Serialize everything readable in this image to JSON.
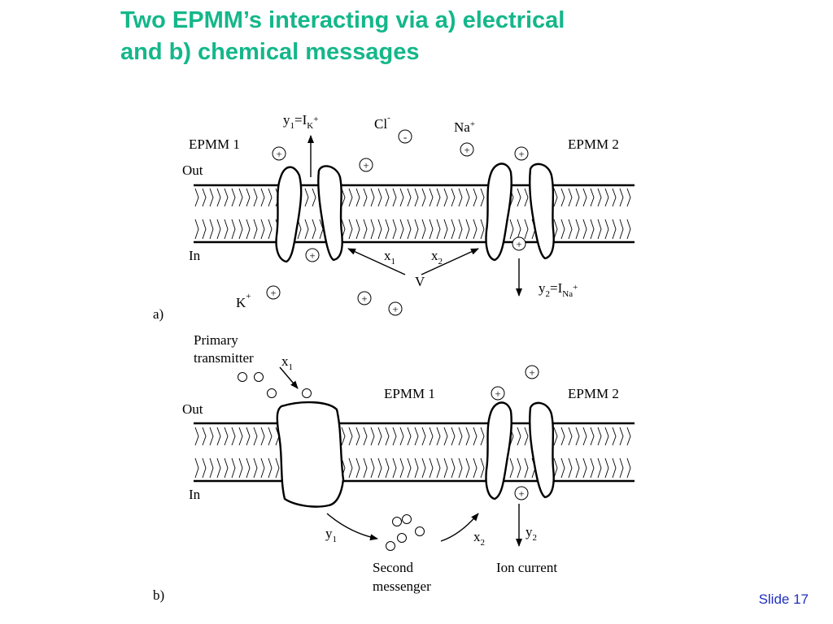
{
  "slide": {
    "title_line1": "Two EPMM’s interacting via a) electrical",
    "title_line2": "and b) chemical messages",
    "slide_number": "Slide 17",
    "title_color": "#14b78a",
    "slide_number_color": "#1f2fbf"
  },
  "panel_a": {
    "label": "a)",
    "epmm1": "EPMM 1",
    "epmm2": "EPMM 2",
    "out": "Out",
    "in": "In",
    "y1": "y",
    "y1_sub": "1",
    "y1_eq": "=I",
    "y1_ion": "K",
    "y1_ion_charge": "+",
    "cl": "Cl",
    "cl_charge": "-",
    "na": "Na",
    "na_charge": "+",
    "k": "K",
    "k_charge": "+",
    "x1": "x",
    "x1_sub": "1",
    "x2": "x",
    "x2_sub": "2",
    "v": "V",
    "y2": "y",
    "y2_sub": "2",
    "y2_eq": "=I",
    "y2_ion": "Na",
    "y2_ion_charge": "+",
    "plus": "+",
    "minus": "-"
  },
  "panel_b": {
    "label": "b)",
    "primary": "Primary",
    "transmitter": "transmitter",
    "x1": "x",
    "x1_sub": "1",
    "epmm1": "EPMM 1",
    "epmm2": "EPMM 2",
    "out": "Out",
    "in": "In",
    "y1": "y",
    "y1_sub": "1",
    "x2": "x",
    "x2_sub": "2",
    "y2": "y",
    "y2_sub": "2",
    "second": "Second",
    "messenger": "messenger",
    "ion_current": "Ion current",
    "plus": "+"
  }
}
